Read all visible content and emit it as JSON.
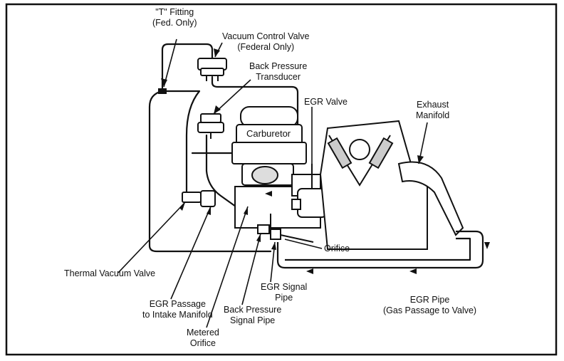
{
  "labels": {
    "t_fitting": [
      "\"T\" Fitting",
      "(Fed. Only)"
    ],
    "vacuum_control_valve": [
      "Vacuum Control Valve",
      "(Federal Only)"
    ],
    "back_pressure_transducer": [
      "Back Pressure",
      "Transducer"
    ],
    "egr_valve": [
      "EGR Valve"
    ],
    "exhaust_manifold": [
      "Exhaust",
      "Manifold"
    ],
    "carburetor": [
      "Carburetor"
    ],
    "orifice": [
      "Orifice"
    ],
    "thermal_vacuum_valve": [
      "Thermal Vacuum Valve"
    ],
    "egr_passage": [
      "EGR Passage",
      "to Intake Manifold"
    ],
    "egr_signal_pipe": [
      "EGR Signal",
      "Pipe"
    ],
    "back_pressure_signal_pipe": [
      "Back Pressure",
      "Signal Pipe"
    ],
    "egr_pipe": [
      "EGR Pipe",
      "(Gas Passage to Valve)"
    ],
    "metered_orifice": [
      "Metered",
      "Orifice"
    ]
  },
  "colors": {
    "ink": "#111111",
    "paper": "#ffffff",
    "shade": "#555555"
  }
}
